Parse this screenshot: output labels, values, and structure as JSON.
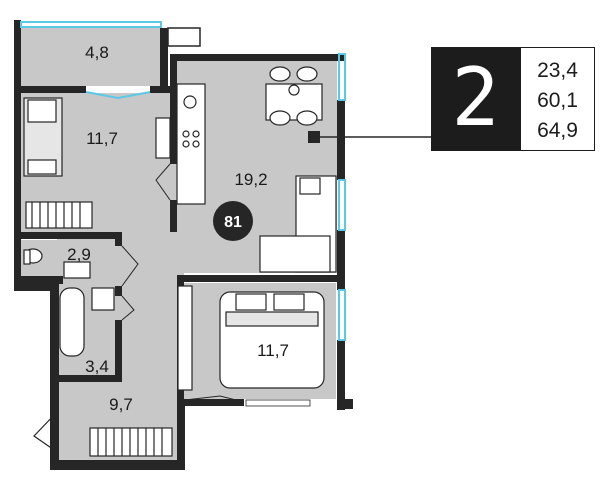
{
  "rooms": [
    {
      "id": "balcony",
      "area": "4,8"
    },
    {
      "id": "bedroom-1",
      "area": "11,7"
    },
    {
      "id": "kitchen-living",
      "area": "19,2"
    },
    {
      "id": "wc",
      "area": "2,9"
    },
    {
      "id": "bathroom",
      "area": "3,4"
    },
    {
      "id": "hallway",
      "area": "9,7"
    },
    {
      "id": "bedroom-2",
      "area": "11,7"
    }
  ],
  "apartment_number": "81",
  "legend": {
    "room_count": "2",
    "living_area": "23,4",
    "total_area_excl_balcony": "60,1",
    "total_area": "64,9"
  },
  "colors": {
    "floor": "#c8c8c8",
    "wall": "#262626",
    "window": "#5bc8e6",
    "badge": "#262626"
  }
}
